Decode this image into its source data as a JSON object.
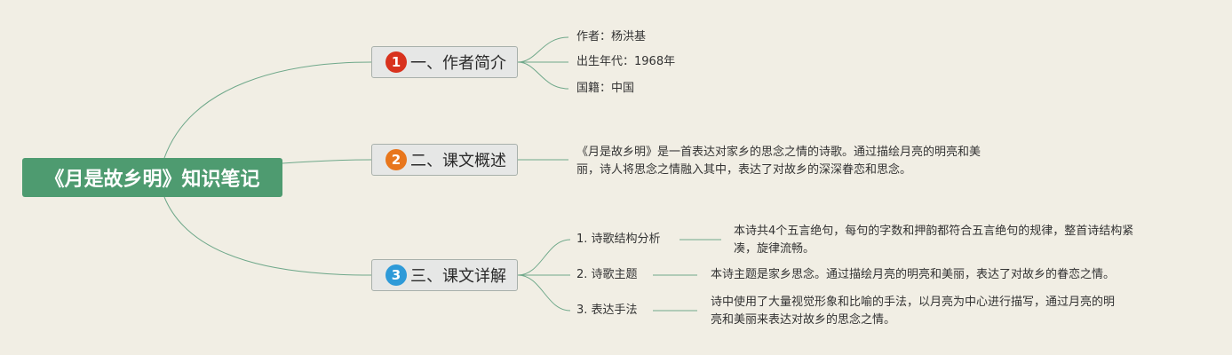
{
  "root": {
    "title": "《月是故乡明》知识笔记"
  },
  "branches": [
    {
      "number": "1",
      "icon_color": "#d8321e",
      "label": "一、作者简介",
      "items": [
        "作者：杨洪基",
        "出生年代：1968年",
        "国籍：中国"
      ]
    },
    {
      "number": "2",
      "icon_color": "#e8761c",
      "label": "二、课文概述",
      "description_lines": [
        "《月是故乡明》是一首表达对家乡的思念之情的诗歌。通过描绘月亮的明亮和美",
        "丽，诗人将思念之情融入其中，表达了对故乡的深深眷恋和思念。"
      ]
    },
    {
      "number": "3",
      "icon_color": "#2e9ad8",
      "label": "三、课文详解",
      "items": [
        {
          "label": "1. 诗歌结构分析",
          "description_lines": [
            "本诗共4个五言绝句，每句的字数和押韵都符合五言绝句的规律，整首诗结构紧",
            "凑，旋律流畅。"
          ]
        },
        {
          "label": "2. 诗歌主题",
          "description_lines": [
            "本诗主题是家乡思念。通过描绘月亮的明亮和美丽，表达了对故乡的眷恋之情。"
          ]
        },
        {
          "label": "3. 表达手法",
          "description_lines": [
            "诗中使用了大量视觉形象和比喻的手法，以月亮为中心进行描写，通过月亮的明",
            "亮和美丽来表达对故乡的思念之情。"
          ]
        }
      ]
    }
  ],
  "colors": {
    "background": "#f1eee4",
    "root_fill": "#4e9b70",
    "connector": "#6fa88a"
  }
}
